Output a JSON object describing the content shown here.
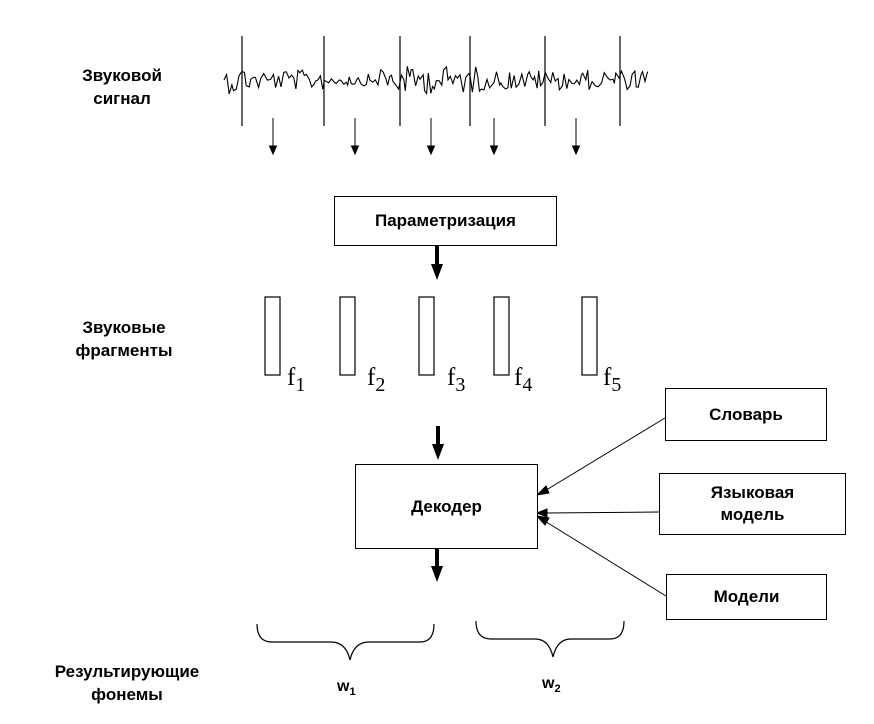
{
  "labels": {
    "audio_signal": "Звуковой\nсигнал",
    "sound_fragments": "Звуковые\nфрагменты",
    "resulting_phonemes": "Результирующие\nфонемы"
  },
  "boxes": {
    "parametrization": "Параметризация",
    "decoder": "Декодер",
    "dictionary": "Словарь",
    "language_model": "Языковая\nмодель",
    "models": "Модели"
  },
  "fragments": [
    {
      "base": "f",
      "sub": "1"
    },
    {
      "base": "f",
      "sub": "2"
    },
    {
      "base": "f",
      "sub": "3"
    },
    {
      "base": "f",
      "sub": "4"
    },
    {
      "base": "f",
      "sub": "5"
    }
  ],
  "words": [
    {
      "base": "w",
      "sub": "1"
    },
    {
      "base": "w",
      "sub": "2"
    }
  ]
}
